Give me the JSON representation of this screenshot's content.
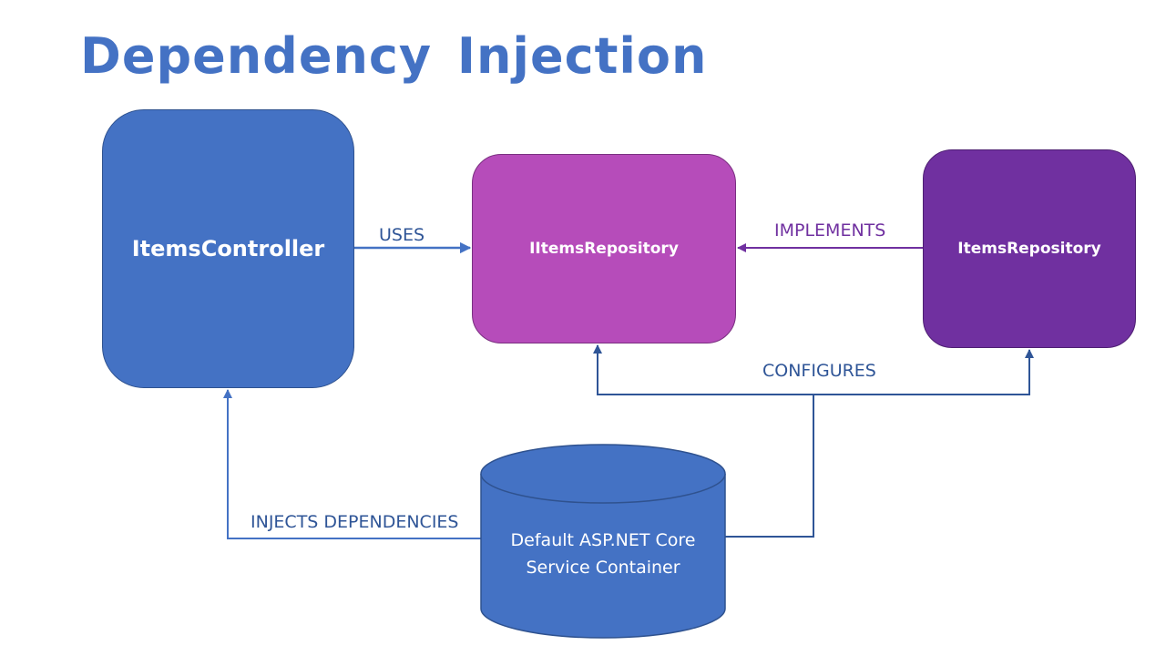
{
  "title": "Dependency Injection",
  "nodes": {
    "controller": "ItemsController",
    "interface": "IItemsRepository",
    "implementation": "ItemsRepository",
    "container_line1": "Default ASP.NET Core",
    "container_line2": "Service Container"
  },
  "edges": {
    "uses": "USES",
    "implements": "IMPLEMENTS",
    "configures": "CONFIGURES",
    "injects": "INJECTS DEPENDENCIES"
  },
  "colors": {
    "title": "#4472c4",
    "controller": "#4472c4",
    "interface": "#b64cba",
    "implementation": "#7030a0",
    "container": "#4472c4",
    "connector": "#4472c4",
    "implements_connector": "#7030a0",
    "label": "#2f5597"
  }
}
